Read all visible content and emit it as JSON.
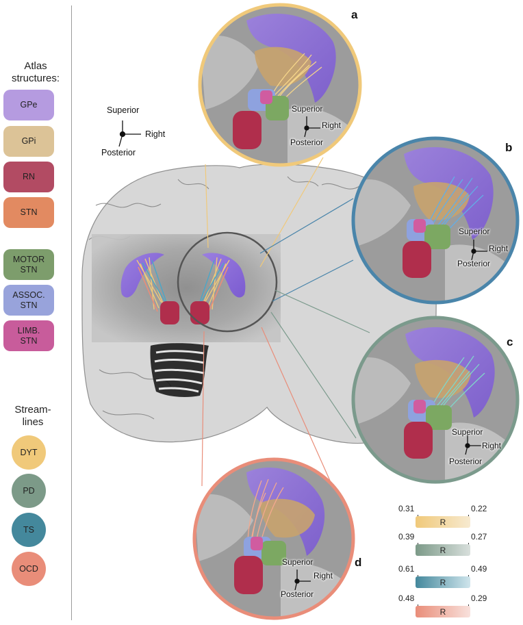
{
  "legend": {
    "atlas_title": "Atlas structures:",
    "structures": [
      {
        "label": "GPe",
        "color": "#b59be0"
      },
      {
        "label": "GPi",
        "color": "#dcc397"
      },
      {
        "label": "RN",
        "color": "#b24b63"
      },
      {
        "label": "STN",
        "color": "#e28a61"
      }
    ],
    "subregions": [
      {
        "label": "MOTOR\nSTN",
        "color": "#7d9d6c"
      },
      {
        "label": "ASSOC.\nSTN",
        "color": "#98a3db"
      },
      {
        "label": "LIMB.\nSTN",
        "color": "#c85c9b"
      }
    ],
    "streamlines_title": "Stream-\nlines",
    "streamlines": [
      {
        "label": "DYT",
        "color": "#f0c97a"
      },
      {
        "label": "PD",
        "color": "#7c9a88"
      },
      {
        "label": "TS",
        "color": "#44889c"
      },
      {
        "label": "OCD",
        "color": "#e98d79"
      }
    ]
  },
  "orientation": {
    "superior": "Superior",
    "right": "Right",
    "posterior": "Posterior"
  },
  "panels": [
    {
      "label": "a",
      "border_color": "#f0c97a"
    },
    {
      "label": "b",
      "border_color": "#4a85aa"
    },
    {
      "label": "c",
      "border_color": "#7b9a8c"
    },
    {
      "label": "d",
      "border_color": "#e98d79"
    }
  ],
  "colorbars": [
    {
      "left": "0.31",
      "right": "0.22",
      "label": "R",
      "color": "#f0c97a"
    },
    {
      "left": "0.39",
      "right": "0.27",
      "label": "R",
      "color": "#7c9a88"
    },
    {
      "left": "0.61",
      "right": "0.49",
      "label": "R",
      "color": "#44889c"
    },
    {
      "left": "0.48",
      "right": "0.29",
      "label": "R",
      "color": "#e98d79"
    }
  ]
}
